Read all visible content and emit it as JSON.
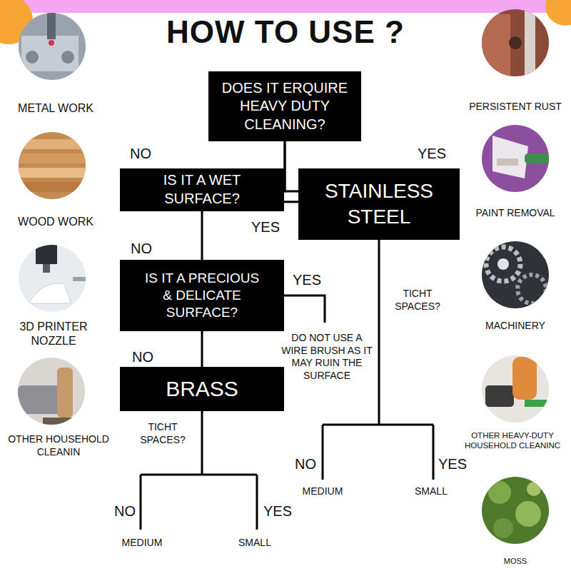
{
  "diagram": {
    "title": "HOW TO USE ?",
    "nodes": [
      {
        "text": [
          "DOES IT ERQUIRE HEAVY DUTY CLEANING?"
        ]
      },
      {
        "text": [
          "IS IT A WET SURFACE?"
        ]
      },
      {
        "text": [
          "STAINLESS STEEL"
        ]
      },
      {
        "text": [
          "IS IT A PRECIOUS & DELICATE SURFACE?"
        ]
      },
      {
        "text": [
          "BRASS"
        ]
      }
    ],
    "edges": [
      {
        "from": 0,
        "to": 1,
        "label": "NO",
        "arrow": "none"
      },
      {
        "from": 0,
        "to": 2,
        "label": "YES",
        "arrow": "none"
      },
      {
        "from": 1,
        "to": 2,
        "label": "YES",
        "arrow": "none"
      },
      {
        "from": 1,
        "to": 3,
        "label": "NO",
        "arrow": "none"
      },
      {
        "from": 3,
        "to": 4,
        "label": "NO",
        "arrow": "none"
      }
    ],
    "labels": [
      "METAL WORK",
      "WOOD WORK",
      "3D PRINTER NOZZLE",
      "OTHER HOUSEHOLD CLEANIN",
      "PERSISTENT RUST",
      "PAINT REMOVAL",
      "MACHINERY",
      "OTHER HEAVY-DUTY HOUSEHOLD CLEANINC",
      "MOSS",
      "YES",
      "DO NOT USE A WIRE BRUSH AS IT MAY RUIN THE SURFACE",
      "TICHT SPACES?",
      "NO",
      "YES",
      "MEDIUM",
      "SMALL",
      "TICHT SPACES?",
      "NO",
      "YES",
      "MEDIUM",
      "SMALL"
    ]
  }
}
